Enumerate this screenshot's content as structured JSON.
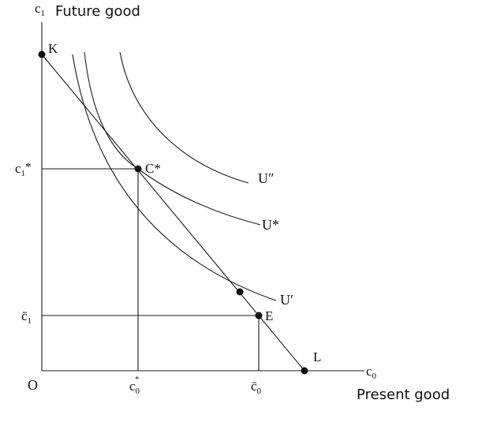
{
  "figure": {
    "y_axis_title": "Future good",
    "x_axis_title": "Present good",
    "y_axis_symbol": "c",
    "y_axis_symbol_sub": "1",
    "x_axis_symbol": "c",
    "x_axis_symbol_sub": "0",
    "origin_label": "O",
    "points": {
      "K": "K",
      "C_star": "C*",
      "E": "E",
      "L": "L"
    },
    "curves": {
      "U_double_prime": "U″",
      "U_star": "U*",
      "U_prime": "U′"
    },
    "y_ticks": {
      "c1_star_base": "c",
      "c1_star_sub": "1",
      "c1_star_sup": "*",
      "c1_bar_base": "c̄",
      "c1_bar_sub": "1"
    },
    "x_ticks": {
      "c0_star_base": "c",
      "c0_star_sub": "0",
      "c0_star_sup": "*",
      "c0_bar_base": "c̄",
      "c0_bar_sub": "0"
    },
    "colors": {
      "ink": "#111111",
      "background": "#ffffff"
    }
  }
}
